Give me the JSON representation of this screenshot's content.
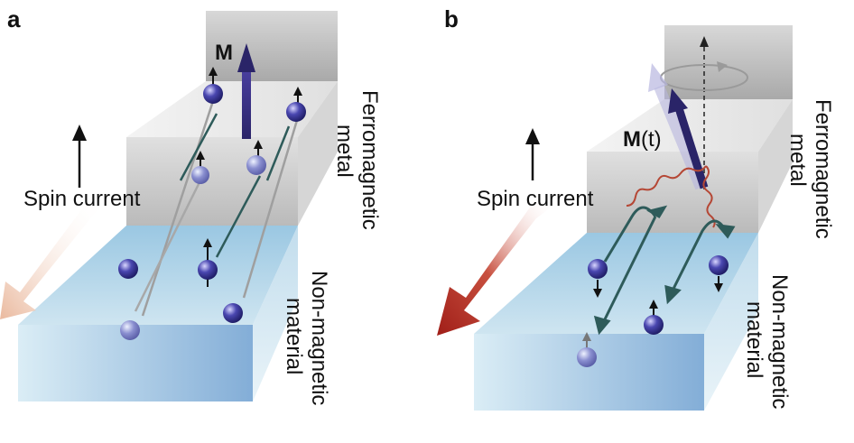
{
  "panels": [
    {
      "letter": "a",
      "magnetization_label": "M",
      "magnetization_suffix": "",
      "spin_current_label": "Spin current",
      "layer_top_label": [
        "Ferromagnetic",
        "metal"
      ],
      "layer_bottom_label": [
        "Non-magnetic",
        "material"
      ]
    },
    {
      "letter": "b",
      "magnetization_label": "M",
      "magnetization_suffix": "(t)",
      "spin_current_label": "Spin current",
      "layer_top_label": [
        "Ferromagnetic",
        "metal"
      ],
      "layer_bottom_label": [
        "Non-magnetic",
        "material"
      ]
    }
  ],
  "colors": {
    "ferromagnet": "#b8b8b8",
    "nonmagnet": "#8fc3e3",
    "magnetization_arrow": "#2a2468",
    "spin_path": "#2e5b5a",
    "spin_ball": "#3d3b9a",
    "spin_current_arrow_a": "#f0c8b4",
    "spin_current_arrow_b": "#a5241b",
    "wavy_line": "#b54735"
  }
}
